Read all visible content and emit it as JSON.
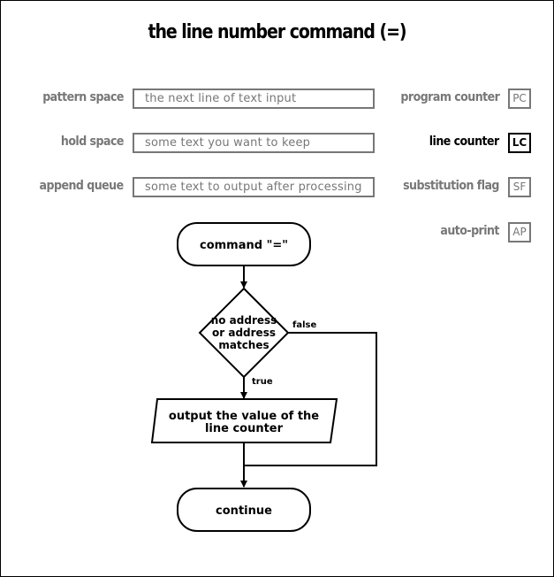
{
  "title": "the line number command (=)",
  "buffers": [
    {
      "label": "pattern space",
      "value": "the next line of text input"
    },
    {
      "label": "hold space",
      "value": "some text you want to keep"
    },
    {
      "label": "append queue",
      "value": "some text to output after processing"
    }
  ],
  "registers": [
    {
      "label": "program counter",
      "code": "PC",
      "active": false
    },
    {
      "label": "line counter",
      "code": "LC",
      "active": true
    },
    {
      "label": "substitution flag",
      "code": "SF",
      "active": false
    },
    {
      "label": "auto-print",
      "code": "AP",
      "active": false
    }
  ],
  "flowchart": {
    "start": "command \"=\"",
    "decision_lines": [
      "no address",
      "or address",
      "matches"
    ],
    "true_label": "true",
    "false_label": "false",
    "action_lines": [
      "output the value of the",
      "line counter"
    ],
    "end": "continue"
  },
  "colors": {
    "muted": "#777777",
    "active": "#000000"
  }
}
